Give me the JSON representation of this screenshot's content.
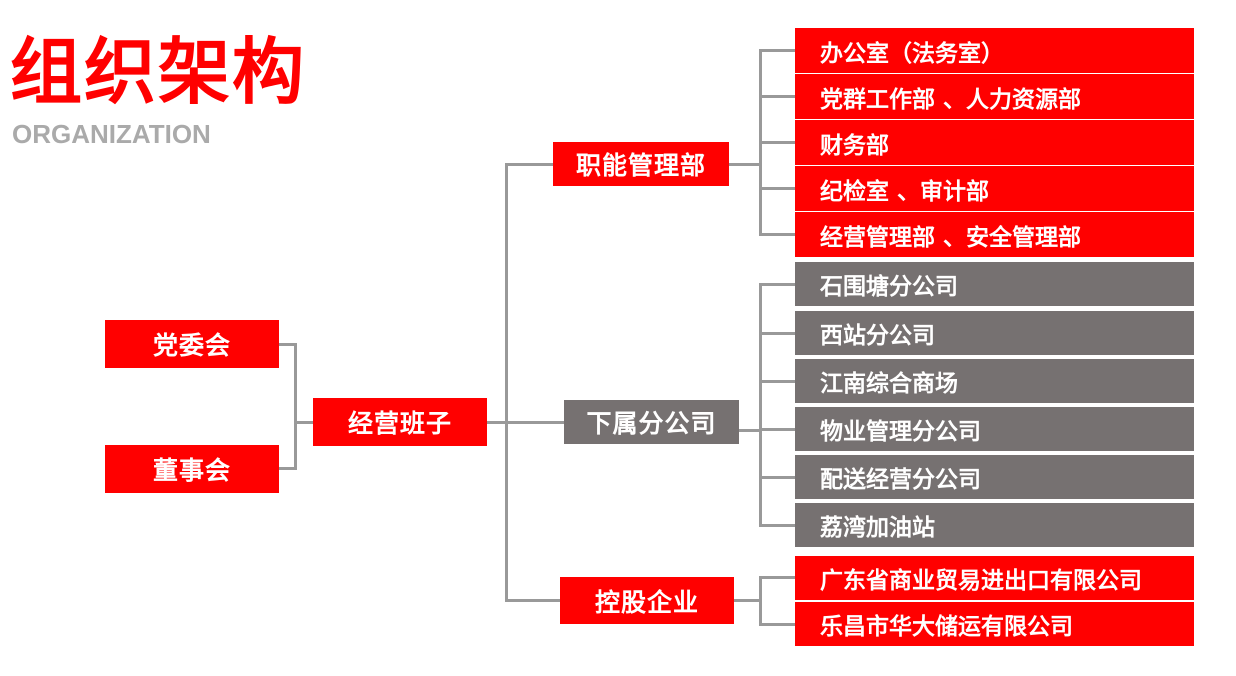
{
  "header": {
    "title": "组织架构",
    "subtitle": "ORGANIZATION"
  },
  "colors": {
    "red": "#ff0000",
    "gray": "#767171",
    "connector": "#999999"
  },
  "nodes": {
    "party_committee": "党委会",
    "board": "董事会",
    "management": "经营班子",
    "functional": "职能管理部",
    "branches": "下属分公司",
    "holdings": "控股企业"
  },
  "functional_departments": [
    "办公室（法务室）",
    "党群工作部 、人力资源部",
    "财务部",
    "纪检室 、审计部",
    "经营管理部 、安全管理部"
  ],
  "branch_companies": [
    "石围塘分公司",
    "西站分公司",
    "江南综合商场",
    "物业管理分公司",
    "配送经营分公司",
    "荔湾加油站"
  ],
  "holding_companies": [
    "广东省商业贸易进出口有限公司",
    "乐昌市华大储运有限公司"
  ]
}
